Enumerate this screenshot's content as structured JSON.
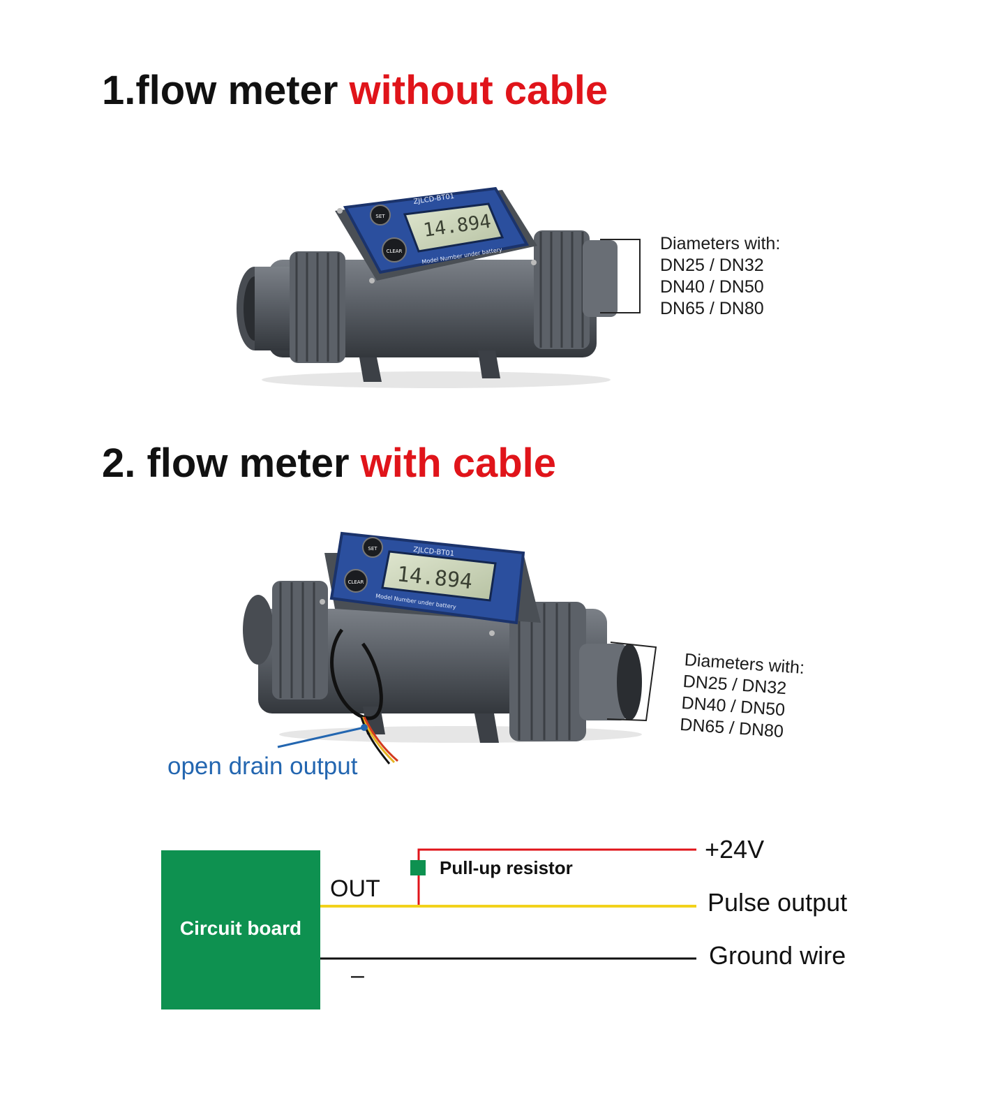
{
  "section1": {
    "title_prefix": "1.flow meter ",
    "title_highlight": "without cable",
    "meter": {
      "model": "ZJLCD-BT01",
      "reading": "14.894",
      "set_label": "SET",
      "clear_label": "CLEAR",
      "bottom_text": "Model Number under battery"
    },
    "specs": [
      "Diameters with:",
      "DN25 / DN32",
      "DN40 / DN50",
      "DN65 / DN80"
    ]
  },
  "section2": {
    "title_prefix": "2. flow meter ",
    "title_highlight": "with cable",
    "meter": {
      "model": "ZJLCD-BT01",
      "reading": "14.894",
      "set_label": "SET",
      "clear_label": "CLEAR",
      "bottom_text": "Model Number under battery"
    },
    "specs": [
      "Diameters with:",
      "DN25 / DN32",
      "DN40 / DN50",
      "DN65 / DN80"
    ],
    "callout": "open drain output"
  },
  "diagram": {
    "board_label": "Circuit board",
    "out_label": "OUT",
    "minus_label": "–",
    "resistor_label": "Pull-up resistor",
    "wires": [
      {
        "label": "+24V",
        "color": "#e0141a"
      },
      {
        "label": "Pulse output",
        "color": "#f2d21b"
      },
      {
        "label": "Ground wire",
        "color": "#111111"
      }
    ],
    "resistor_color": "#0e9150"
  },
  "colors": {
    "accent": "#e0141a",
    "lcd_blue": "#2b4f9e",
    "pipe_grey": "#555a60",
    "callout_blue": "#2366b0"
  }
}
